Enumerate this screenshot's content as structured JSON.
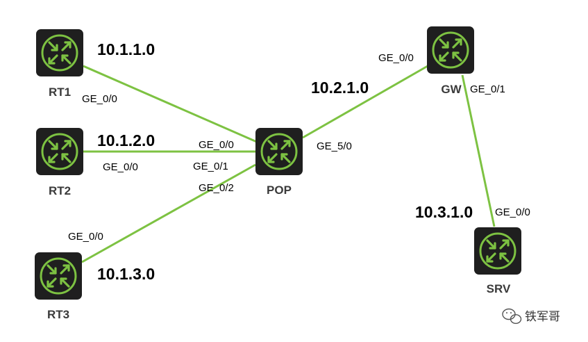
{
  "colors": {
    "link": "#7dc242",
    "router_body": "#1f1f1f",
    "router_ring": "#7dc242",
    "router_arrows": "#7dc242"
  },
  "devices": {
    "rt1": {
      "name": "RT1",
      "icon": "router-icon"
    },
    "rt2": {
      "name": "RT2",
      "icon": "router-icon"
    },
    "rt3": {
      "name": "RT3",
      "icon": "router-icon"
    },
    "pop": {
      "name": "POP",
      "icon": "router-icon"
    },
    "gw": {
      "name": "GW",
      "icon": "router-icon"
    },
    "srv": {
      "name": "SRV",
      "icon": "router-icon"
    }
  },
  "subnets": {
    "rt1_pop": "10.1.1.0",
    "rt2_pop": "10.1.2.0",
    "rt3_pop": "10.1.3.0",
    "pop_gw": "10.2.1.0",
    "gw_srv": "10.3.1.0"
  },
  "interfaces": {
    "rt1": "GE_0/0",
    "rt2": "GE_0/0",
    "rt3": "GE_0/0",
    "pop_to_rt1": "GE_0/0",
    "pop_to_rt2": "GE_0/1",
    "pop_to_rt3": "GE_0/2",
    "pop_to_gw": "GE_5/0",
    "gw_to_pop": "GE_0/0",
    "gw_to_srv": "GE_0/1",
    "srv": "GE_0/0"
  },
  "watermark": {
    "text": "铁军哥",
    "icon": "wechat-icon"
  }
}
